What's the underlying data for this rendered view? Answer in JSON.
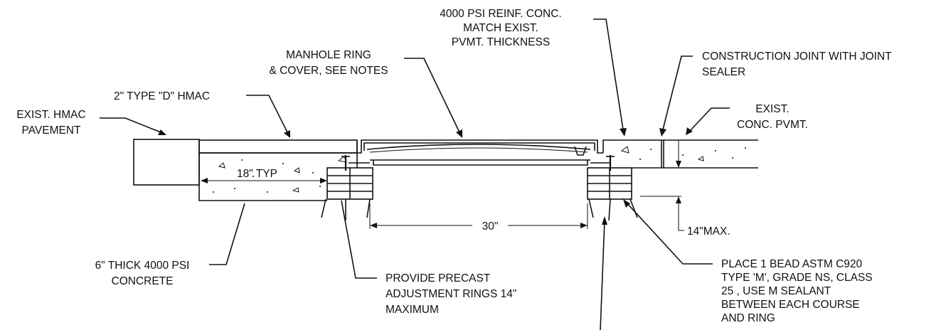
{
  "labels": {
    "conc_top": [
      "4000 PSI REINF. CONC.",
      "MATCH EXIST.",
      "PVMT. THICKNESS"
    ],
    "manhole": [
      "MANHOLE RING",
      "& COVER, SEE NOTES"
    ],
    "joint": [
      "CONSTRUCTION JOINT WITH JOINT",
      "SEALER"
    ],
    "hmac_d": [
      "2\" TYPE \"D\" HMAC"
    ],
    "exist_hmac": [
      "EXIST.  HMAC",
      "PAVEMENT"
    ],
    "exist_conc": [
      "EXIST.",
      "CONC. PVMT."
    ],
    "typ18": [
      "18\" TYP"
    ],
    "dim30": [
      "30\""
    ],
    "max14": [
      "14\"MAX."
    ],
    "thick6": [
      "6\" THICK 4000 PSI",
      "CONCRETE"
    ],
    "precast": [
      "PROVIDE PRECAST",
      "ADJUSTMENT RINGS 14\"",
      "MAXIMUM"
    ],
    "sealant": [
      "PLACE 1 BEAD ASTM C920",
      "TYPE 'M', GRADE NS, CLASS",
      "25 , USE M SEALANT",
      "BETWEEN EACH COURSE",
      "AND RING"
    ]
  }
}
